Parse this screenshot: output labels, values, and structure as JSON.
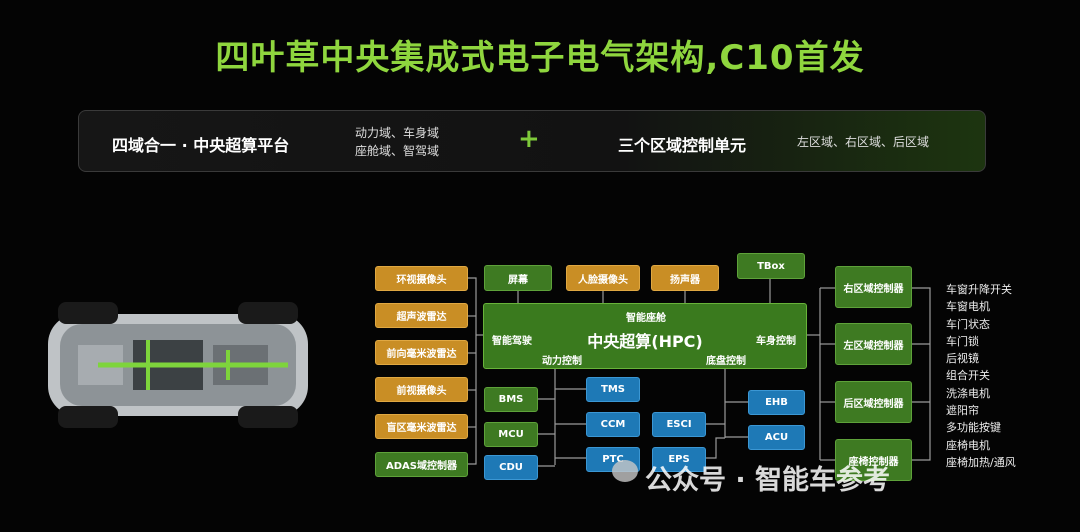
{
  "title": "四叶草中央集成式电子电气架构,C10首发",
  "banner": {
    "platform": "四域合一 · 中央超算平台",
    "domains_line1": "动力域、车身域",
    "domains_line2": "座舱域、智驾域",
    "plus": "+",
    "zones": "三个区域控制单元",
    "zones_list": "左区域、右区域、后区域"
  },
  "diagram": {
    "left_boxes": [
      "环视摄像头",
      "超声波雷达",
      "前向毫米波雷达",
      "前视摄像头",
      "盲区毫米波雷达",
      "ADAS域控制器"
    ],
    "top_boxes": [
      "屏幕",
      "人脸摄像头",
      "扬声器",
      "TBox"
    ],
    "hpc": {
      "core": "中央超算(HPC)",
      "cockpit": "智能座舱",
      "adas": "智能驾驶",
      "power": "动力控制",
      "body": "车身控制",
      "chassis": "底盘控制"
    },
    "bottom_left": [
      "BMS",
      "MCU",
      "CDU"
    ],
    "bottom_mid": [
      "TMS",
      "CCM",
      "PTC"
    ],
    "bottom_chassis": [
      "ESCI",
      "EPS"
    ],
    "bottom_right": [
      "EHB",
      "ACU"
    ],
    "zone_controllers": [
      "右区域控制器",
      "左区域控制器",
      "后区域控制器",
      "座椅控制器"
    ],
    "signals": [
      "车窗升降开关",
      "车窗电机",
      "车门状态",
      "车门锁",
      "后视镜",
      "组合开关",
      "洗涤电机",
      "遮阳帘",
      "多功能按键",
      "座椅电机",
      "座椅加热/通风"
    ]
  },
  "watermark": "公众号 · 智能车参考",
  "colors": {
    "title": "#8fd63e",
    "orange": "#c98e25",
    "green": "#3e7a22",
    "blue": "#1e79b6"
  }
}
